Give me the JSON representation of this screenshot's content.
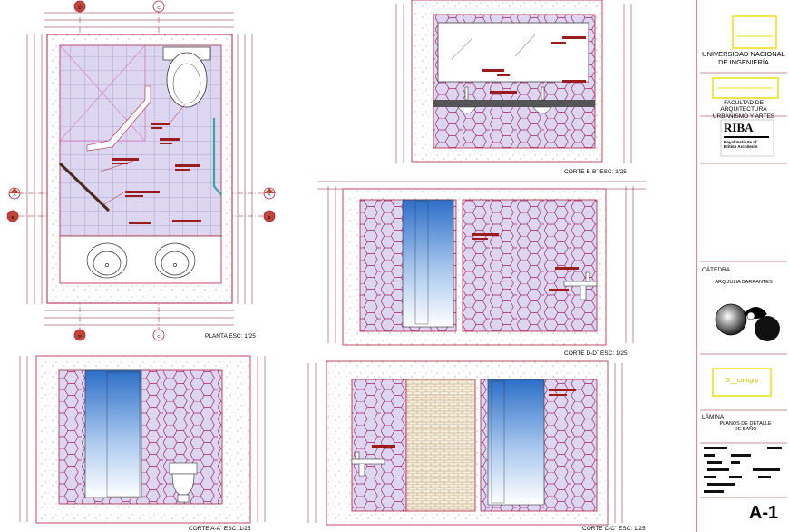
{
  "drawings": {
    "planta": {
      "caption": "PLANTA ESC: 1/25"
    },
    "corte_bb": {
      "caption": "CORTE B-B´ ESC: 1/25"
    },
    "corte_dd": {
      "caption": "CORTE D-D´ ESC: 1/25"
    },
    "corte_aa": {
      "caption": "CORTE A-A´ ESC: 1/25"
    },
    "corte_cc": {
      "caption": "CORTE C-C´ ESC: 1/25"
    }
  },
  "section_markers": [
    "A",
    "B",
    "C",
    "D"
  ],
  "title_block": {
    "university": "UNIVERSIDAD NACIONAL\nDE INGENIERÍA",
    "faculty": "FACULTAD DE ARQUITECTURA\nURBANISMO Y ARTES",
    "riba_logo": "RIBA",
    "riba_name": "Royal Institute of\nBritish Architects",
    "catedra_label": "CÁTEDRA",
    "catedra_name": "ARQ.JULIA BARRANTES",
    "author_note": "G__cantgrp",
    "lamina_label": "LÁMINA",
    "lamina_title": "PLANOS DE DETALLE\nDE BAÑO",
    "sheet_number": "A-1"
  },
  "colors": {
    "tile_fill": "#dcd6f0",
    "tile_line": "#a0226e",
    "wall_line": "#b0203c",
    "dimension_line": "#8a1a2a",
    "tag_red": "#9c1b1b",
    "glass_blue": "#3e7fd0",
    "yellow_box": "#e8df00",
    "countertop": "#555555"
  }
}
